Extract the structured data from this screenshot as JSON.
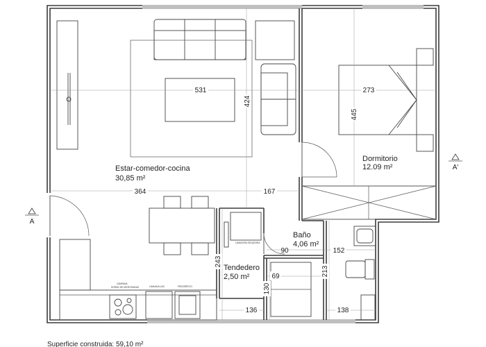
{
  "rooms": {
    "living": {
      "name": "Estar-comedor-cocina",
      "area": "30,85 m²"
    },
    "bedroom": {
      "name": "Dormitorio",
      "area": "12.09 m²"
    },
    "bath": {
      "name": "Baño",
      "area": "4,06 m²"
    },
    "laundry": {
      "name": "Tendedero",
      "area": "2,50 m²"
    }
  },
  "dimensions": {
    "living_width": "531",
    "living_depth": "424",
    "bedroom_width": "273",
    "bedroom_depth": "445",
    "living_span": "364",
    "corridor": "167",
    "bath_door": "90",
    "bath_width": "152",
    "laundry_depth": "243",
    "bath_depth": "213",
    "laundry_mid": "69",
    "laundry_low": "130",
    "laundry_width": "136",
    "bath_bottom_width": "138"
  },
  "appliance_labels": {
    "washer": "LAVADORA SECADORA",
    "hood": "CAMPANA",
    "oven": "HORNO DE MICROONDAS",
    "dishwasher": "LAVAVAJILLAS",
    "fridge": "FRIGORÍFICO"
  },
  "section_markers": {
    "left": "A",
    "right": "A'"
  },
  "footer": {
    "text": "Superficie construida: 59,10 m²"
  }
}
